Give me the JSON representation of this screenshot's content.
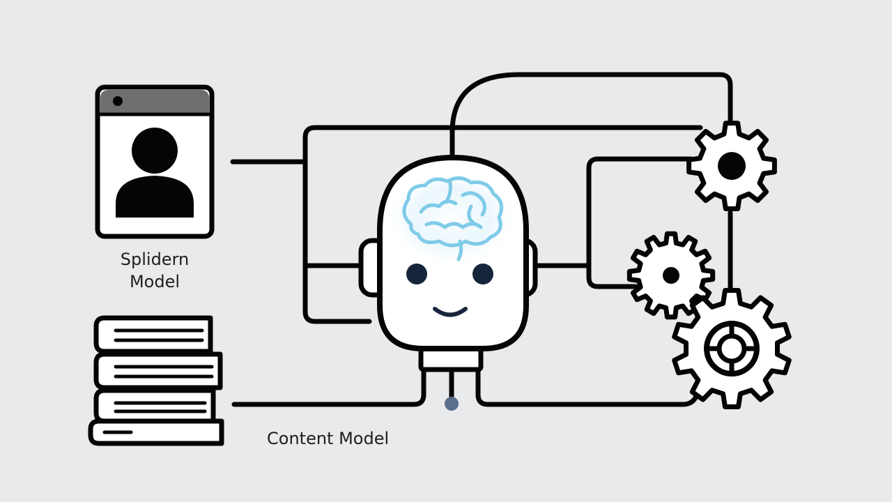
{
  "labels": {
    "profile_line1": "Splidern",
    "profile_line2": "Model",
    "content": "Content Model"
  },
  "icons": {
    "profile": "profile-card-icon",
    "books": "book-stack-icon",
    "robot": "robot-head-icon",
    "brain": "brain-icon",
    "gears": "gear-icon"
  },
  "colors": {
    "background": "#e9eaeb",
    "stroke": "#050505",
    "robot_face": "#ffffff",
    "brain": "#7fcbe8",
    "eyes": "#16253b",
    "connector_node": "#5a6f8e",
    "card_header": "#6e6e6e"
  }
}
